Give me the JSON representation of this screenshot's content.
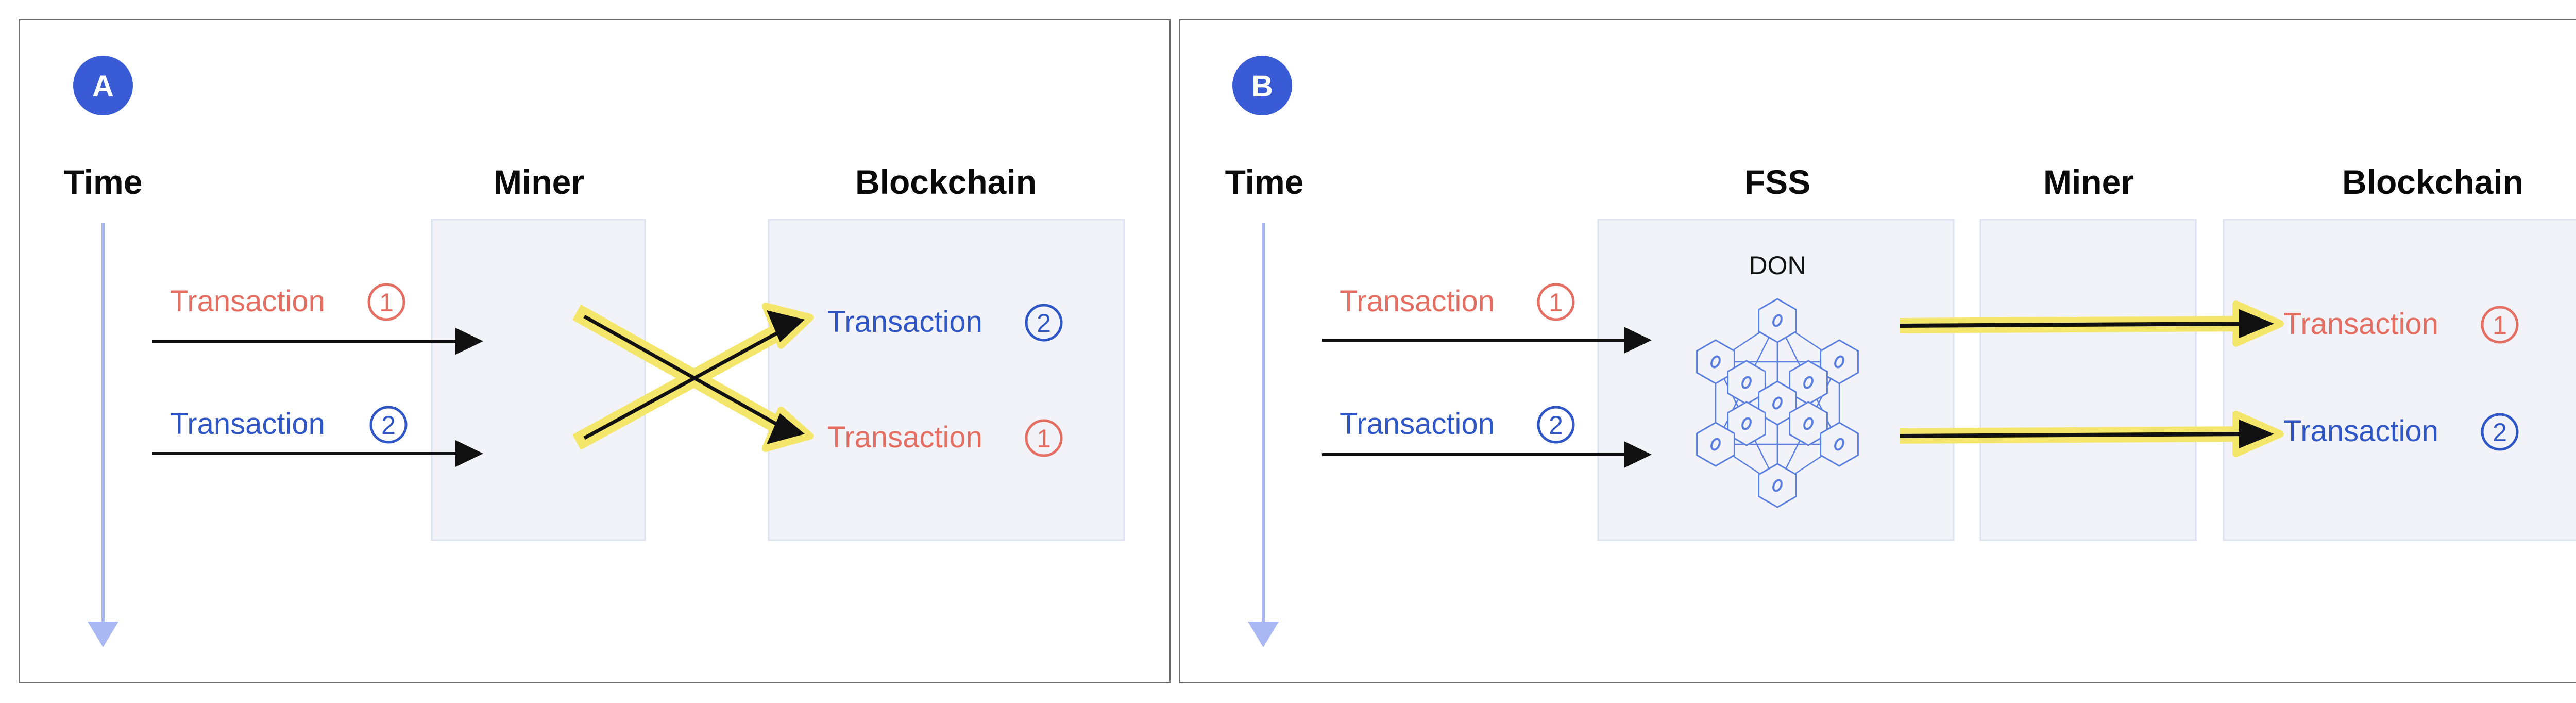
{
  "panel_a": {
    "badge": "A",
    "time_label": "Time",
    "miner_label": "Miner",
    "blockchain_label": "Blockchain",
    "inputs": [
      {
        "text": "Transaction",
        "num": "1",
        "color": "#e56e62"
      },
      {
        "text": "Transaction",
        "num": "2",
        "color": "#2f56c6"
      }
    ],
    "outputs": [
      {
        "text": "Transaction",
        "num": "2",
        "color": "#2f56c6"
      },
      {
        "text": "Transaction",
        "num": "1",
        "color": "#e56e62"
      }
    ]
  },
  "panel_b": {
    "badge": "B",
    "time_label": "Time",
    "fss_label": "FSS",
    "don_label": "DON",
    "miner_label": "Miner",
    "blockchain_label": "Blockchain",
    "inputs": [
      {
        "text": "Transaction",
        "num": "1",
        "color": "#e56e62"
      },
      {
        "text": "Transaction",
        "num": "2",
        "color": "#2f56c6"
      }
    ],
    "outputs": [
      {
        "text": "Transaction",
        "num": "1",
        "color": "#e56e62"
      },
      {
        "text": "Transaction",
        "num": "2",
        "color": "#2f56c6"
      }
    ]
  },
  "colors": {
    "badge": "#3a5bd6",
    "highlight": "#f3e66b",
    "time_axis": "#a9b8f3",
    "red": "#e56e62",
    "blue": "#2f56c6",
    "node": "#5b7fe0"
  },
  "icons": [
    "arrow-right-icon",
    "time-axis-arrow-icon",
    "don-network-icon"
  ]
}
